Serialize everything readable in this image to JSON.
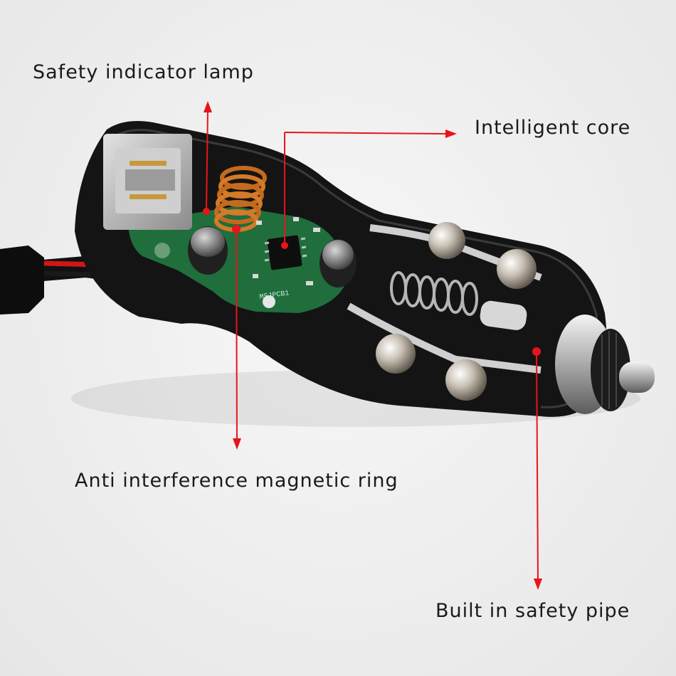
{
  "labels": {
    "safety_indicator_lamp": "Safety indicator lamp",
    "intelligent_core": "Intelligent core",
    "anti_interference_ring": "Anti interference magnetic ring",
    "built_in_safety_pipe": "Built in safety pipe"
  },
  "colors": {
    "pointer": "#e8141b",
    "background": "#eeeeee",
    "pcb": "#1f6e3c",
    "housing": "#141414"
  }
}
